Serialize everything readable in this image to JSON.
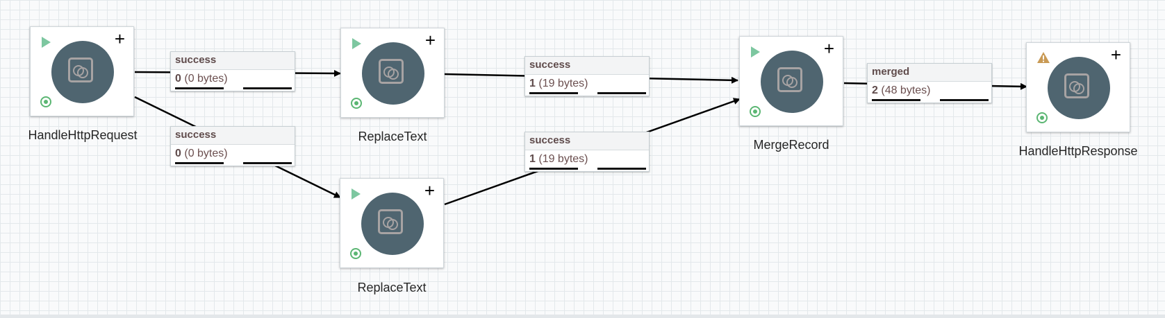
{
  "processors": [
    {
      "id": "p1",
      "name": "HandleHttpRequest",
      "state": "stopped",
      "status_icon": "valid-icon",
      "add_icon": "+"
    },
    {
      "id": "p2",
      "name": "ReplaceText",
      "state": "stopped",
      "status_icon": "valid-icon",
      "add_icon": "+"
    },
    {
      "id": "p3",
      "name": "ReplaceText",
      "state": "stopped",
      "status_icon": "valid-icon",
      "add_icon": "+"
    },
    {
      "id": "p4",
      "name": "MergeRecord",
      "state": "stopped",
      "status_icon": "valid-icon",
      "add_icon": "+"
    },
    {
      "id": "p5",
      "name": "HandleHttpResponse",
      "state": "invalid",
      "status_icon": "warning-icon",
      "add_icon": "+"
    }
  ],
  "connections": [
    {
      "id": "c1",
      "relationship": "success",
      "count": "0",
      "size": "(0 bytes)",
      "from": "HandleHttpRequest",
      "to": "ReplaceText"
    },
    {
      "id": "c2",
      "relationship": "success",
      "count": "0",
      "size": "(0 bytes)",
      "from": "HandleHttpRequest",
      "to": "ReplaceText"
    },
    {
      "id": "c3",
      "relationship": "success",
      "count": "1",
      "size": "(19 bytes)",
      "from": "ReplaceText",
      "to": "MergeRecord"
    },
    {
      "id": "c4",
      "relationship": "success",
      "count": "1",
      "size": "(19 bytes)",
      "from": "ReplaceText",
      "to": "MergeRecord"
    },
    {
      "id": "c5",
      "relationship": "merged",
      "count": "2",
      "size": "(48 bytes)",
      "from": "MergeRecord",
      "to": "HandleHttpResponse"
    }
  ],
  "colors": {
    "processor_circle": "#4f6570",
    "run_icon": "#7dc7a0",
    "valid_status": "#5bb673",
    "warning": "#c99a55",
    "canvas_grid": "#e3e8eb"
  }
}
